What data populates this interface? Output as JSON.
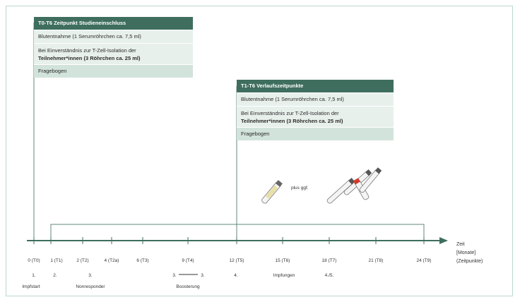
{
  "box_t0": {
    "header": "T0-T6 Zeitpunkt Studieneinschluss",
    "row1": "Blutentnahme (1 Serumröhrchen ca. 7,5 ml)",
    "row2_a": "Bei Einverständnis zur T-Zell-Isolation der",
    "row2_b": "Teilnehmer*innen (3 Röhrchen ca. 25 ml)",
    "row3": "Fragebogen"
  },
  "box_followup": {
    "header": "T1-T6 Verlaufszeitpunkte",
    "row1": "Blutentnahme (1 Serumröhrchen ca. 7,5 ml)",
    "row2_a": "Bei Einverständnis zur T-Zell-Isolation der",
    "row2_b": "Teilnehmer*innen (3 Röhrchen ca. 25 ml)",
    "row3": "Fragebogen",
    "tube_label": "plus ggf."
  },
  "axis": {
    "label_line1": "Zeit",
    "label_line2": "[Monate]",
    "label_line3": "(Zeitpunkte)",
    "ticks": [
      "0 (T0)",
      "1 (T1)",
      "2 (T2)",
      "4 (T2a)",
      "6 (T3)",
      "9 (T4)",
      "12 (T5)",
      "15 (T6)",
      "18 (T7)",
      "21 (T8)",
      "24 (T9)"
    ]
  },
  "events": {
    "e1_num": "1.",
    "e1_label": "Impfstart",
    "e2_num": "2.",
    "e3_num": "3.",
    "e3_label": "Nonresponder",
    "booster_from": "3.",
    "booster_to": "3.",
    "booster_label": "Boosterung",
    "e4_num": "4.",
    "impf_label": "Impfungen",
    "e45_num": "4./5."
  },
  "colors": {
    "header": "#3f6e5e",
    "row_light": "#e8f0ec",
    "row_mid": "#d2e3db",
    "line": "#5f8a7b"
  }
}
